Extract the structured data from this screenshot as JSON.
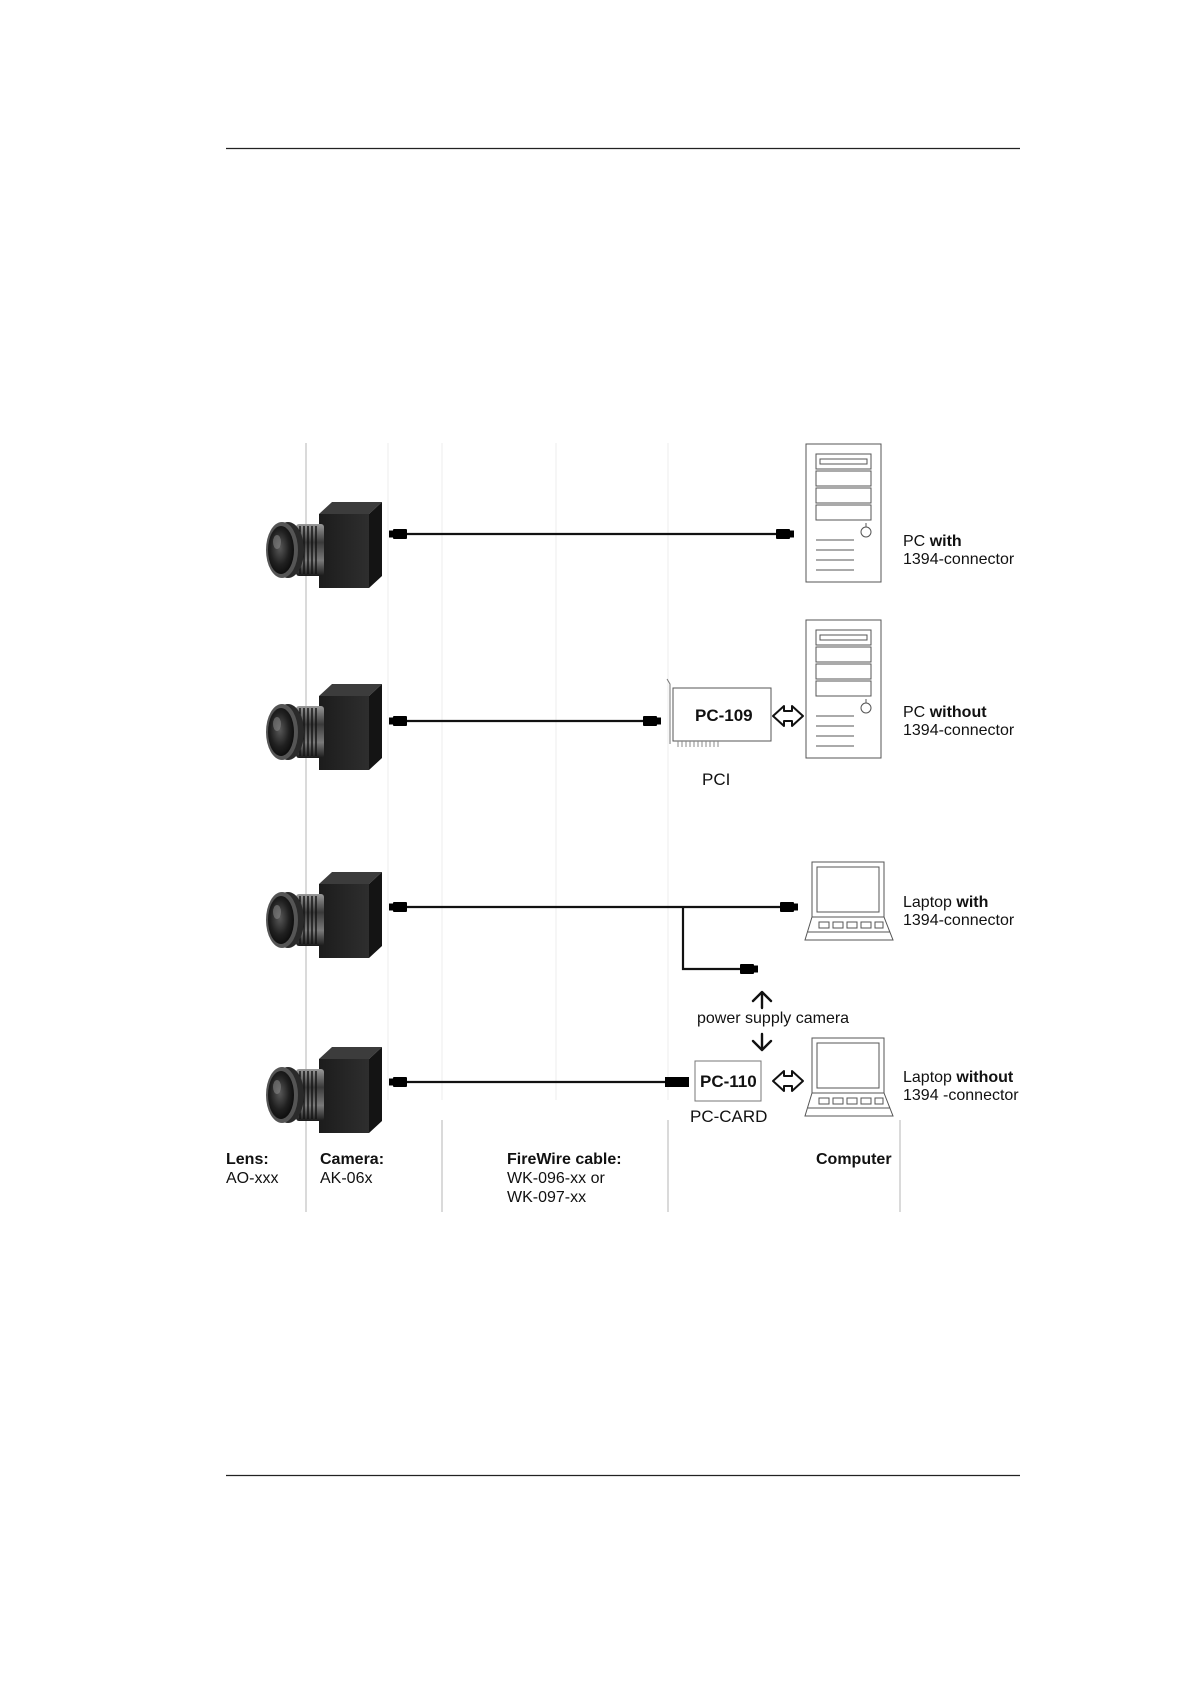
{
  "rows": [
    {
      "device_prefix": "PC",
      "device_emphasis": "with",
      "connector": "1394-connector"
    },
    {
      "device_prefix": "PC",
      "device_emphasis": "without",
      "connector": "1394-connector",
      "card": "PC-109",
      "card_type": "PCI"
    },
    {
      "device_prefix": "Laptop",
      "device_emphasis": "with",
      "connector": "1394-connector"
    },
    {
      "device_prefix": "Laptop",
      "device_emphasis": "without",
      "connector": "1394 -connector",
      "card": "PC-110",
      "card_type": "PC-CARD"
    }
  ],
  "power_supply_label": "power supply camera",
  "columns": {
    "lens": {
      "title": "Lens:",
      "value": "AO-xxx"
    },
    "camera": {
      "title": "Camera:",
      "value": "AK-06x"
    },
    "cable": {
      "title": "FireWire cable:",
      "value_1": "WK-096-xx or",
      "value_2": "WK-097-xx"
    },
    "computer": {
      "title": "Computer"
    }
  }
}
